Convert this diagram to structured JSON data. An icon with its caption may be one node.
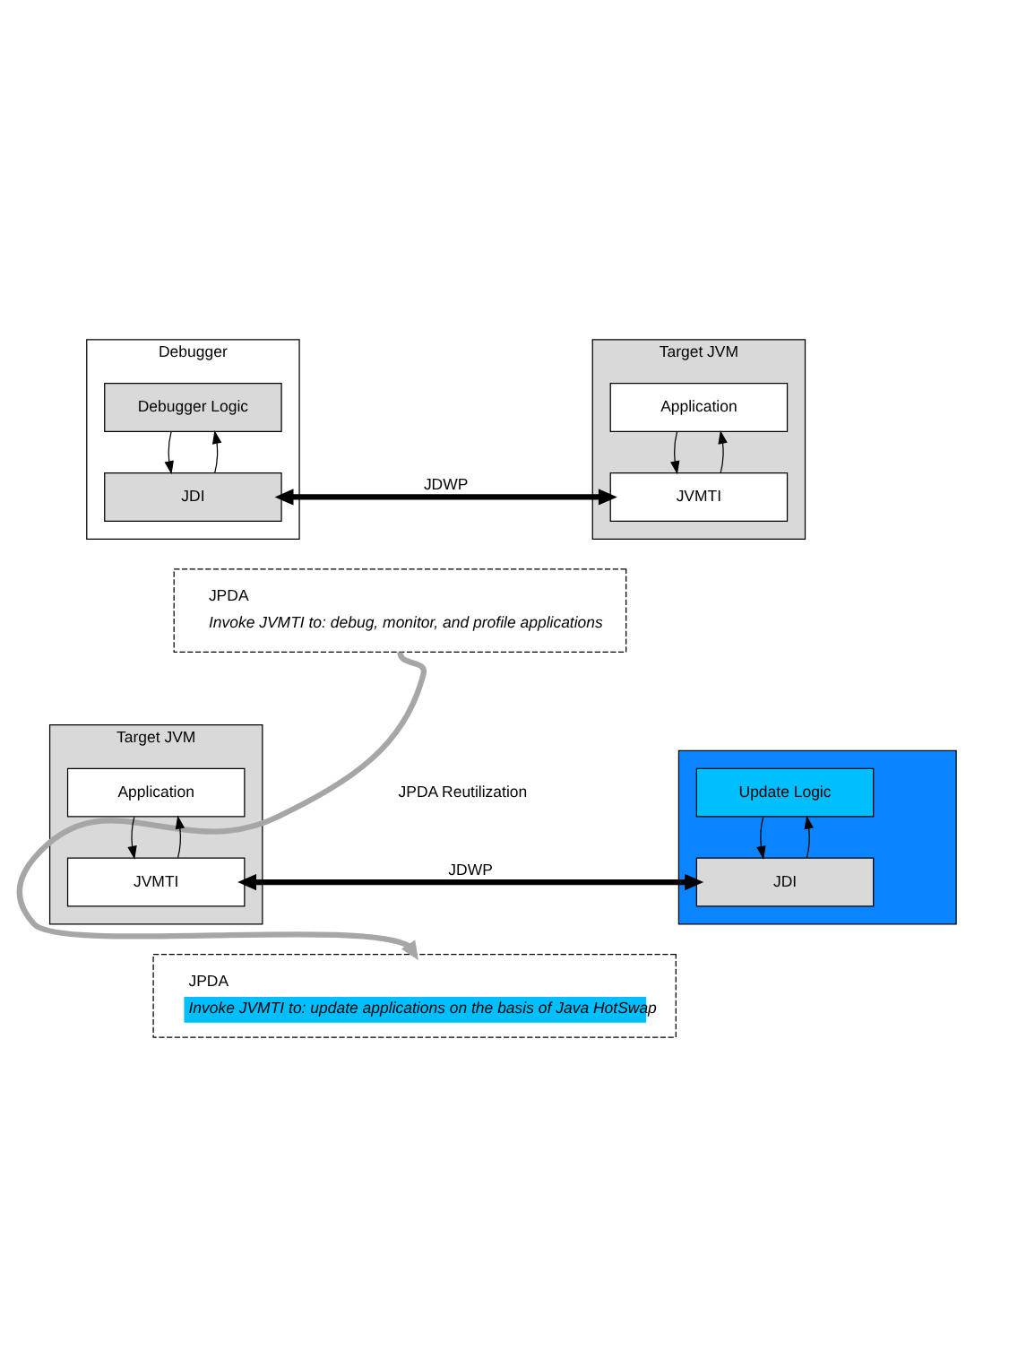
{
  "diagram": {
    "nodes": [
      {
        "text": [
          "Debugger"
        ]
      },
      {
        "text": [
          "Debugger Logic"
        ],
        "in": 0
      },
      {
        "text": [
          "JDI"
        ],
        "in": 0
      },
      {
        "text": [
          "Target JVM"
        ]
      },
      {
        "text": [
          "Application"
        ],
        "in": 3
      },
      {
        "text": [
          "JVMTI"
        ],
        "in": 3
      },
      {
        "text": [
          "JPDA",
          "Invoke JVMTI to: debug, monitor, and profile applications"
        ]
      },
      {
        "text": [],
        "shape": "box"
      },
      {
        "text": [
          "Update Logic"
        ],
        "in": 7
      },
      {
        "text": [
          "JDI"
        ],
        "in": 7
      },
      {
        "text": [
          "Target JVM"
        ]
      },
      {
        "text": [
          "Application"
        ],
        "in": 10
      },
      {
        "text": [
          "JVMTI"
        ],
        "in": 10
      },
      {
        "text": [
          "JPDA",
          "Invoke JVMTI to: update applications on the basis of Java HotSwap"
        ]
      }
    ],
    "edges": [
      {
        "from": 2,
        "to": 1,
        "arrow": "to"
      },
      {
        "from": 1,
        "to": 2,
        "arrow": "to"
      },
      {
        "from": 4,
        "to": 5,
        "arrow": "to"
      },
      {
        "from": 5,
        "to": 4,
        "arrow": "to"
      },
      {
        "from": 2,
        "to": 5,
        "label": "JDWP",
        "arrow": "both",
        "style": "thick"
      },
      {
        "from": 6,
        "to": 13,
        "label": "JPDA Reutilization",
        "arrow": "to",
        "style": "thick",
        "color": "#a6a6a6"
      },
      {
        "from": 9,
        "to": 8,
        "arrow": "to"
      },
      {
        "from": 8,
        "to": 9,
        "arrow": "to"
      },
      {
        "from": 11,
        "to": 12,
        "arrow": "to"
      },
      {
        "from": 12,
        "to": 11,
        "arrow": "to"
      },
      {
        "from": 9,
        "to": 12,
        "label": "JDWP",
        "arrow": "both",
        "style": "thick"
      }
    ]
  }
}
